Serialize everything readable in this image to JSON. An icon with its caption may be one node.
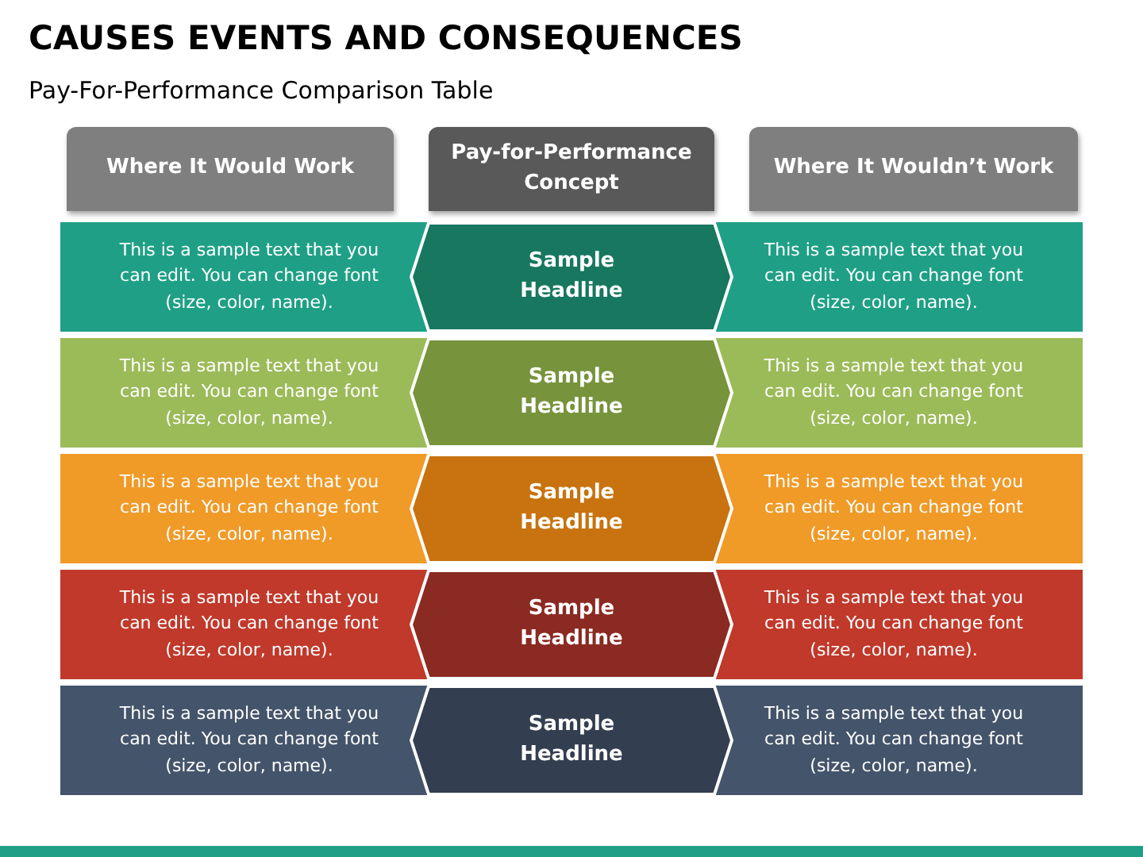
{
  "diagram": {
    "title": "CAUSES EVENTS AND CONSEQUENCES",
    "labels": [
      "Pay-For-Performance Comparison Table"
    ],
    "nodes": [
      {
        "text": [
          "Where It Would Work"
        ]
      },
      {
        "text": [
          "Pay-for-Performance Concept"
        ]
      },
      {
        "text": [
          "Where It Wouldn’t Work"
        ]
      },
      {
        "text": [
          "This is a sample text that you can edit. You can change font (size, color, name)."
        ]
      },
      {
        "text": [
          "Sample Headline"
        ]
      },
      {
        "text": [
          "This is a sample text that you can edit. You can change font (size, color, name)."
        ]
      },
      {
        "text": [
          "This is a sample text that you can edit. You can change font (size, color, name)."
        ]
      },
      {
        "text": [
          "Sample Headline"
        ]
      },
      {
        "text": [
          "This is a sample text that you can edit. You can change font (size, color, name)."
        ]
      },
      {
        "text": [
          "This is a sample text that you can edit. You can change font (size, color, name)."
        ]
      },
      {
        "text": [
          "Sample Headline"
        ]
      },
      {
        "text": [
          "This is a sample text that you can edit. You can change font (size, color, name)."
        ]
      },
      {
        "text": [
          "This is a sample text that you can edit. You can change font (size, color, name)."
        ]
      },
      {
        "text": [
          "Sample Headline"
        ]
      },
      {
        "text": [
          "This is a sample text that you can edit. You can change font (size, color, name)."
        ]
      },
      {
        "text": [
          "This is a sample text that you can edit. You can change font (size, color, name)."
        ]
      },
      {
        "text": [
          "Sample Headline"
        ]
      },
      {
        "text": [
          "This is a sample text that you can edit. You can change font (size, color, name)."
        ]
      }
    ]
  }
}
